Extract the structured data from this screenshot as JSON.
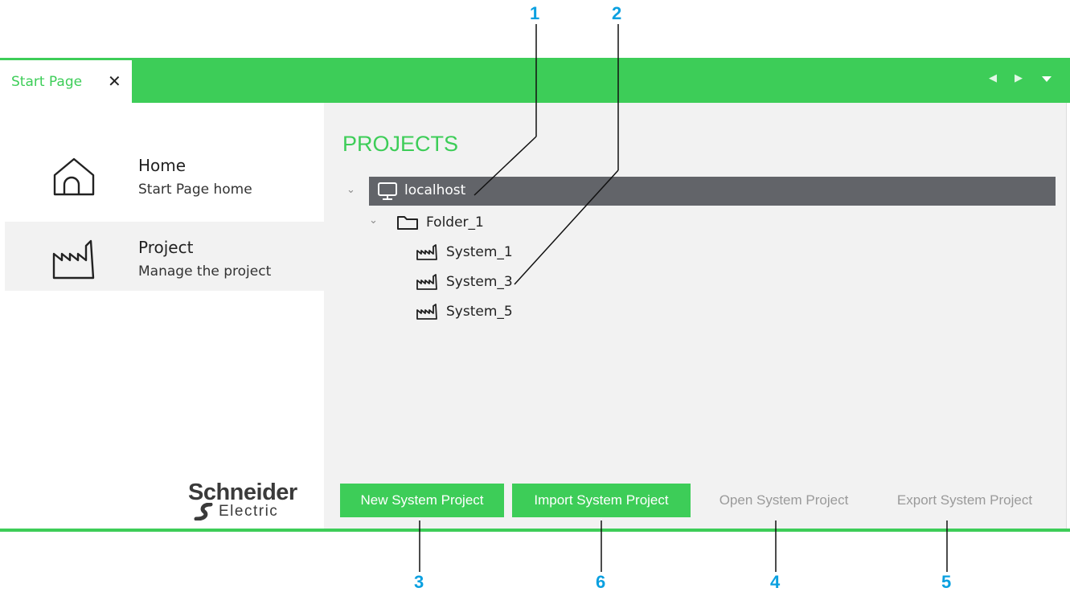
{
  "tab": {
    "label": "Start Page",
    "close": "✕",
    "nav_left": "◀",
    "nav_right": "▶"
  },
  "sidebar": {
    "items": [
      {
        "title": "Home",
        "subtitle": "Start Page home",
        "icon": "home-icon",
        "active": false
      },
      {
        "title": "Project",
        "subtitle": "Manage the project",
        "icon": "factory-icon",
        "active": true
      }
    ],
    "logo_top": "Schneider",
    "logo_bottom": "Electric"
  },
  "main": {
    "title": "PROJECTS",
    "tree": {
      "host": {
        "label": "localhost",
        "icon": "monitor-icon"
      },
      "folder": {
        "label": "Folder_1",
        "icon": "folder-icon"
      },
      "systems": [
        {
          "label": "System_1",
          "icon": "factory-icon"
        },
        {
          "label": "System_3",
          "icon": "factory-icon"
        },
        {
          "label": "System_5",
          "icon": "factory-icon"
        }
      ]
    },
    "buttons": {
      "new": "New System Project",
      "import": "Import System Project",
      "open": "Open System Project",
      "export": "Export System Project"
    }
  },
  "callouts": {
    "c1": "1",
    "c2": "2",
    "c3": "3",
    "c4": "4",
    "c5": "5",
    "c6": "6"
  },
  "colors": {
    "accent": "#3dcd58",
    "selected_row": "#626469",
    "callout": "#0aa0e0",
    "disabled_text": "#9a9a9a"
  }
}
